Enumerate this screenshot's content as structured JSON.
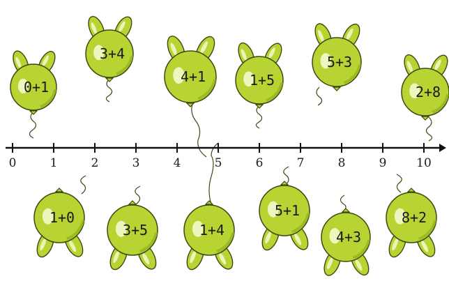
{
  "colors": {
    "balloon_fill": "#b8d433",
    "balloon_shade": "#8fb11e",
    "balloon_highlight": "#f4f8cc",
    "outline": "#3a4a10",
    "axis": "#111111"
  },
  "number_line": {
    "ticks": [
      "0",
      "1",
      "2",
      "3",
      "4",
      "5",
      "6",
      "7",
      "8",
      "9",
      "10"
    ],
    "values": [
      0,
      1,
      2,
      3,
      4,
      5,
      6,
      7,
      8,
      9,
      10
    ]
  },
  "top_balloons": [
    {
      "label": "0+1"
    },
    {
      "label": "3+4"
    },
    {
      "label": "4+1"
    },
    {
      "label": "1+5"
    },
    {
      "label": "5+3"
    },
    {
      "label": "2+8"
    }
  ],
  "bottom_balloons": [
    {
      "label": "1+0"
    },
    {
      "label": "3+5"
    },
    {
      "label": "1+4"
    },
    {
      "label": "5+1"
    },
    {
      "label": "4+3"
    },
    {
      "label": "8+2"
    }
  ],
  "icons": {
    "balloon": "bunny-ear-balloon-icon",
    "string": "balloon-string-icon"
  }
}
